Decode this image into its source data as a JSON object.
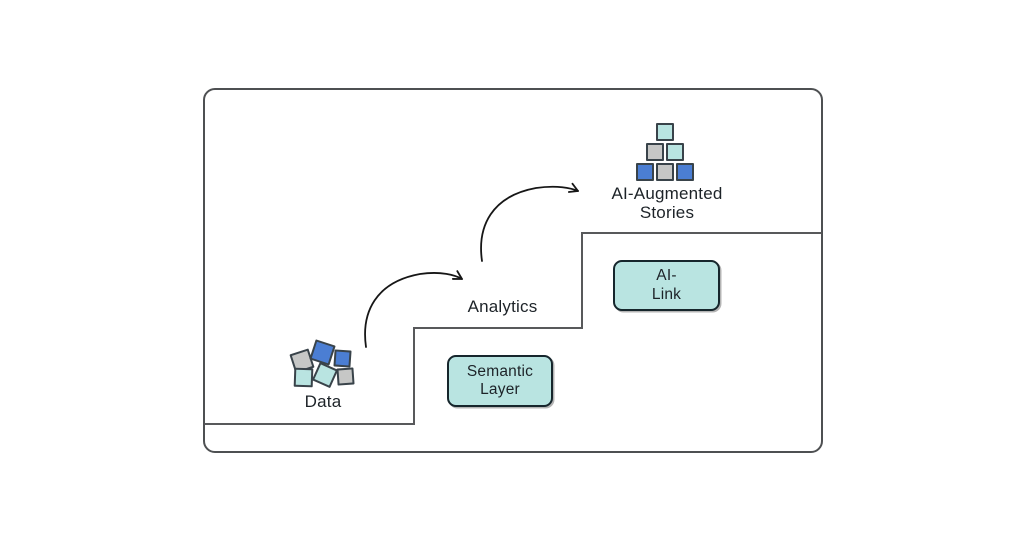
{
  "diagram": {
    "step_labels": {
      "data": "Data",
      "analytics": "Analytics",
      "ai_stories_line1": "AI-Augmented",
      "ai_stories_line2": "Stories"
    },
    "step_boxes": {
      "semantic_layer": {
        "line1": "Semantic",
        "line2": "Layer"
      },
      "ai_link": {
        "line1": "AI-",
        "line2": "Link"
      }
    },
    "icons": {
      "data_cluster": "scattered-squares-icon",
      "stories_pyramid": "squares-pyramid-icon"
    }
  },
  "colors": {
    "teal_fill": "#b9e4e1",
    "gray_fill": "#c6c7c6",
    "blue_fill": "#4b7ed3",
    "square_border": "#39434a",
    "box_fill": "#b9e4e1",
    "box_border": "#16262c",
    "outline": "#4e5052",
    "stair_line": "#58595b",
    "arrow": "#161616",
    "text": "#1d2328",
    "background": "#ffffff"
  }
}
